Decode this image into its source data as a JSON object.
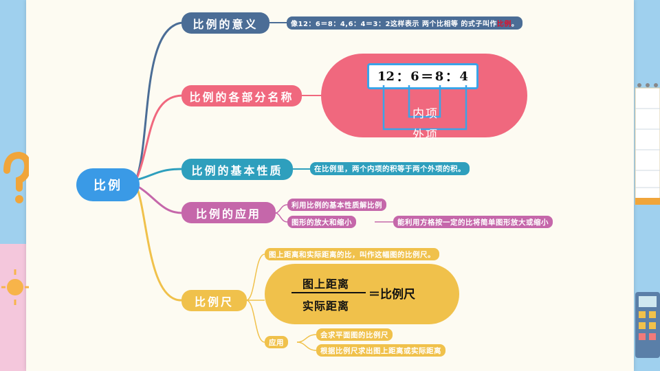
{
  "root": {
    "label": "比例"
  },
  "branches": [
    {
      "label": "比例的意义",
      "color": "#4b6d96",
      "leaf": {
        "prefix": "像12：6＝8：4,6：4＝3：2这样表示 两个比相等 的式子叫作",
        "highlight": "比例",
        "suffix": "。"
      }
    },
    {
      "label": "比例的各部分名称",
      "color": "#f0687e"
    },
    {
      "label": "比例的基本性质",
      "color": "#2e9fbd",
      "leaf": "在比例里，两个内项的积等于两个外项的积。"
    },
    {
      "label": "比例的应用",
      "color": "#c567aa",
      "leaves": [
        "利用比例的基本性质解比例",
        "图形的放大和缩小"
      ],
      "subleaf": "能利用方格按一定的比将简单图形放大或缩小"
    },
    {
      "label": "比例尺",
      "color": "#f0c14b",
      "leaf": "图上距离和实际距离的比，叫作这幅图的比例尺。",
      "app_label": "应用",
      "app_leaves": [
        "会求平面图的比例尺",
        "根据比例尺求出图上距离或实际距离"
      ]
    }
  ],
  "parts": {
    "a": "12",
    "b": "6",
    "c": "8",
    "d": "4",
    "colon": "：",
    "equals": "＝",
    "inner": "内项",
    "outer": "外项"
  },
  "formula": {
    "numerator": "图上距离",
    "denominator": "实际距离",
    "rhs": "＝比例尺"
  },
  "colors": {
    "accent_red": "#e0102a",
    "blue_box": "#3aa4e8",
    "pink_panel": "#f0687e",
    "yellow_panel": "#f0c14b"
  }
}
